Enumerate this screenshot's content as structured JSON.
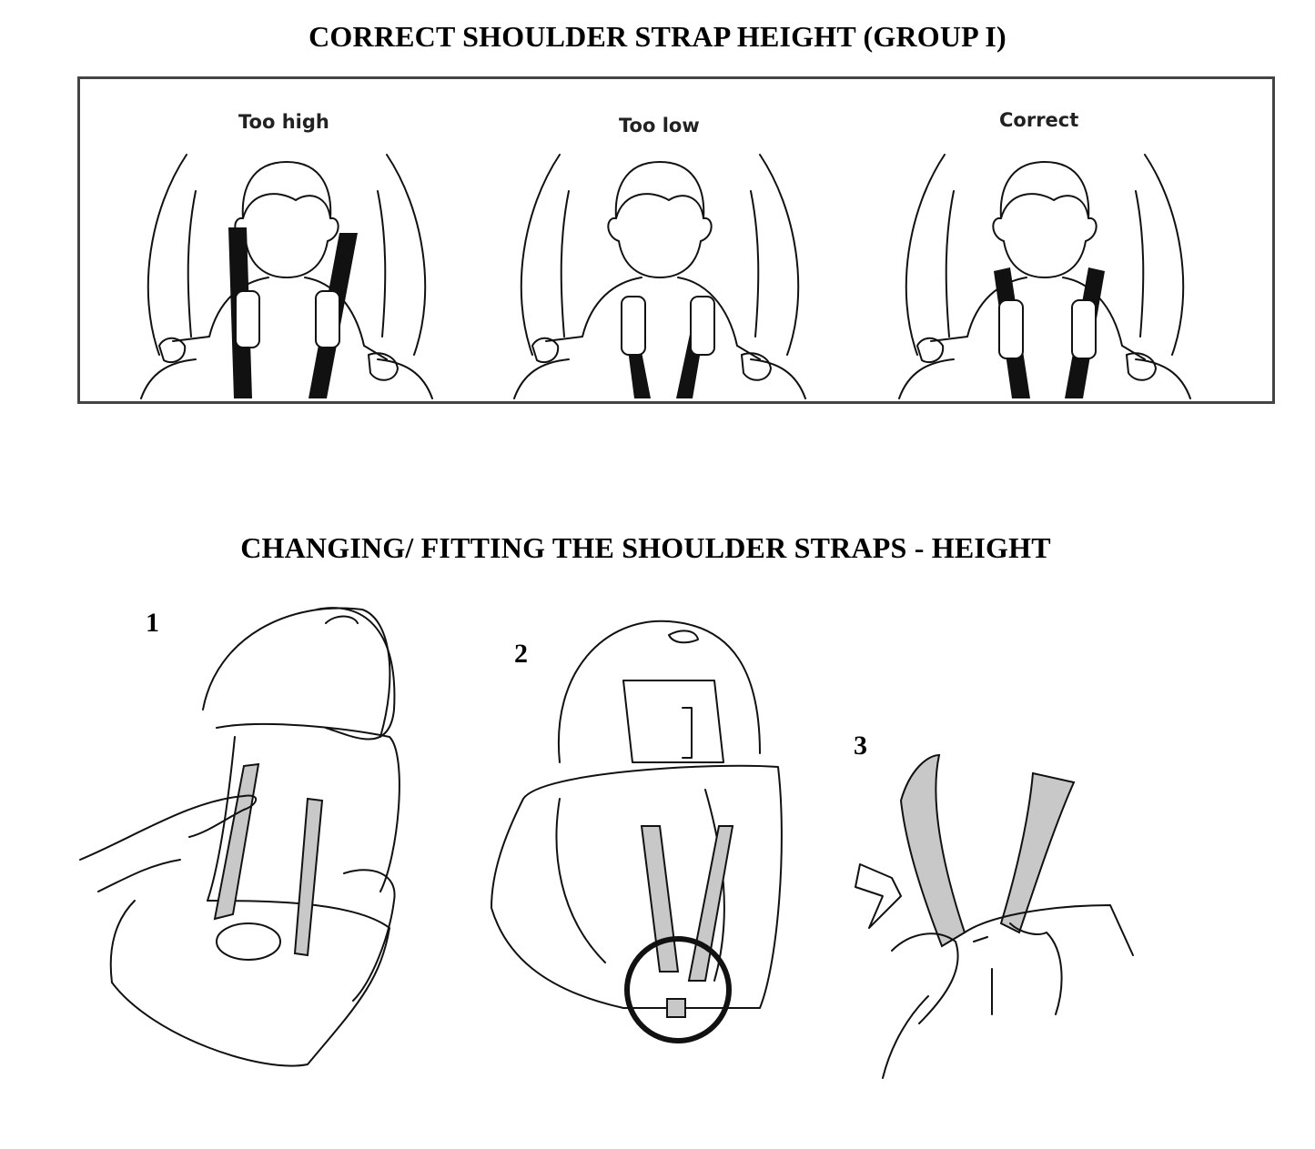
{
  "section1": {
    "title": "CORRECT SHOULDER STRAP HEIGHT (GROUP I)",
    "panels": [
      {
        "label": "Too high"
      },
      {
        "label": "Too low"
      },
      {
        "label": "Correct"
      }
    ]
  },
  "section2": {
    "title": "CHANGING/ FITTING THE SHOULDER STRAPS - HEIGHT",
    "steps": [
      {
        "number": "1"
      },
      {
        "number": "2"
      },
      {
        "number": "3"
      }
    ]
  }
}
